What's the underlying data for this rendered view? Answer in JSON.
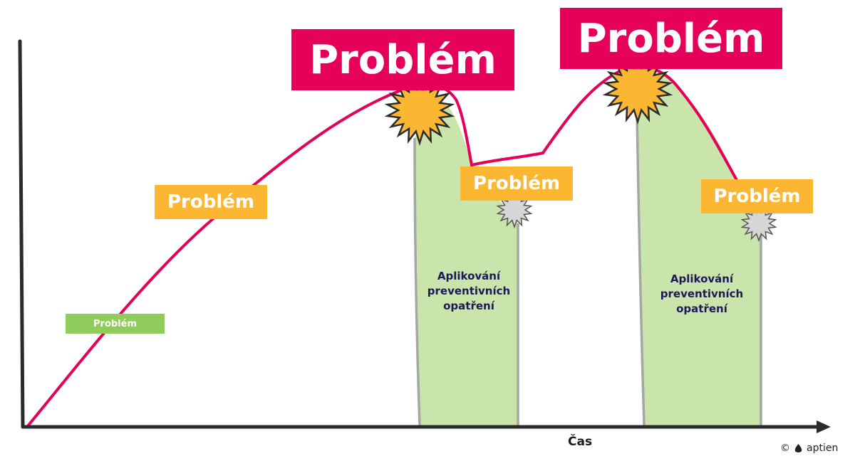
{
  "labels": {
    "big_1": "Problém",
    "big_2": "Problém",
    "mid_1": "Problém",
    "mid_2": "Problém",
    "mid_3": "Problém",
    "small_1": "Problém"
  },
  "zones": {
    "zone_1_text": [
      "Aplikování",
      "preventivních",
      "opatření"
    ],
    "zone_2_text": [
      "Aplikování",
      "preventivních",
      "opatření"
    ]
  },
  "axis": {
    "x_label": "Čas"
  },
  "credit": {
    "copyright": "©",
    "brand": "aptien"
  },
  "colors": {
    "curve": "#e5005a",
    "zone_fill": "#c9e5ac",
    "big_label": "#e5005a",
    "mid_label": "#fbb731",
    "small_label": "#8fcc5c",
    "burst_big": "#fbb731",
    "burst_small": "#d6d6d6",
    "axis": "#2b2b2b",
    "zone_text": "#1f1757"
  },
  "icons": {
    "burst_big": "explosion-icon",
    "burst_small": "explosion-icon",
    "brand_logo": "aptien-logo-icon"
  }
}
